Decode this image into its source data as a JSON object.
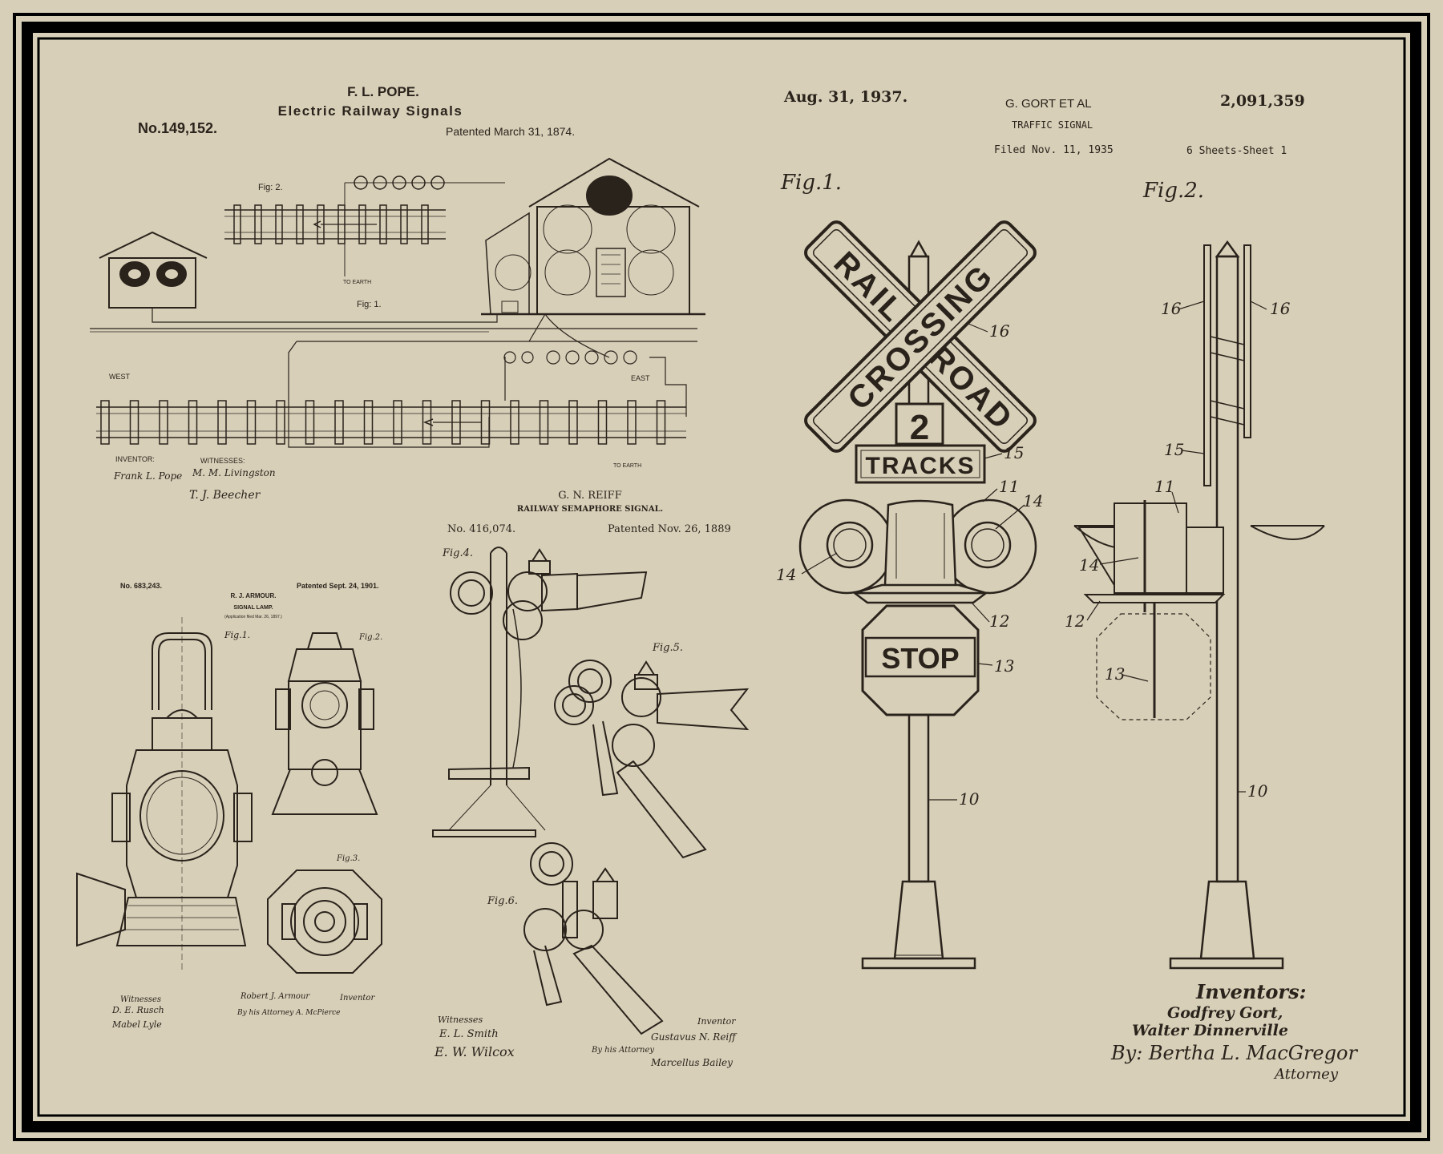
{
  "pope": {
    "name": "F. L. POPE.",
    "title": "Electric Railway Signals",
    "number": "No.149,152.",
    "patented": "Patented March 31, 1874.",
    "fig1": "Fig: 1.",
    "fig2": "Fig: 2.",
    "west": "WEST",
    "east": "EAST",
    "to_earth_1": "TO EARTH",
    "to_earth_2": "TO EARTH",
    "inventor_label": "INVENTOR:",
    "witnesses_label": "WITNESSES:",
    "inventor_sig": "Frank L. Pope",
    "witness_sig_1": "M. M. Livingston",
    "witness_sig_2": "T. J. Beecher"
  },
  "reiff": {
    "name": "G. N. REIFF",
    "title": "RAILWAY SEMAPHORE SIGNAL.",
    "number": "No. 416,074.",
    "patented": "Patented Nov. 26, 1889",
    "fig4": "Fig.4.",
    "fig5": "Fig.5.",
    "fig6": "Fig.6.",
    "witnesses_label": "Witnesses",
    "inventor_label": "Inventor",
    "witness_sig_1": "E. L. Smith",
    "witness_sig_2": "E. W. Wilcox",
    "inventor_sig": "Gustavus N. Reiff",
    "attorney_label": "By his Attorney",
    "attorney_sig": "Marcellus Bailey"
  },
  "armour": {
    "number": "No. 683,243.",
    "patented": "Patented Sept. 24, 1901.",
    "name": "R. J. ARMOUR.",
    "title": "SIGNAL LAMP.",
    "application": "(Application filed Mar. 26, 1897.)",
    "fig1": "Fig.1.",
    "fig2": "Fig.2.",
    "fig3": "Fig.3.",
    "witnesses_label": "Witnesses",
    "witness_sig_1": "D. E. Rusch",
    "witness_sig_2": "Mabel Lyle",
    "inventor_sig": "Robert J. Armour",
    "inventor_label": "Inventor",
    "attorney": "By his Attorney A. McPierce"
  },
  "gort": {
    "date": "Aug. 31, 1937.",
    "name": "G. GORT ET AL",
    "number": "2,091,359",
    "title": "TRAFFIC SIGNAL",
    "filed": "Filed Nov. 11, 1935",
    "sheets": "6 Sheets-Sheet 1",
    "fig1": "Fig.1.",
    "fig2": "Fig.2.",
    "sign_rail": "RAIL",
    "sign_road": "ROAD",
    "sign_crossing": "CROSSING",
    "sign_count": "2",
    "sign_tracks": "TRACKS",
    "sign_stop": "STOP",
    "inventors_label": "Inventors:",
    "inventor_1": "Godfrey Gort,",
    "inventor_2": "Walter Dinnerville",
    "attorney_sig": "By: Bertha L. MacGregor",
    "attorney_label": "Attorney"
  },
  "colors": {
    "paper": "#d8cfb8",
    "ink": "#2a231c",
    "frame": "#000000"
  }
}
